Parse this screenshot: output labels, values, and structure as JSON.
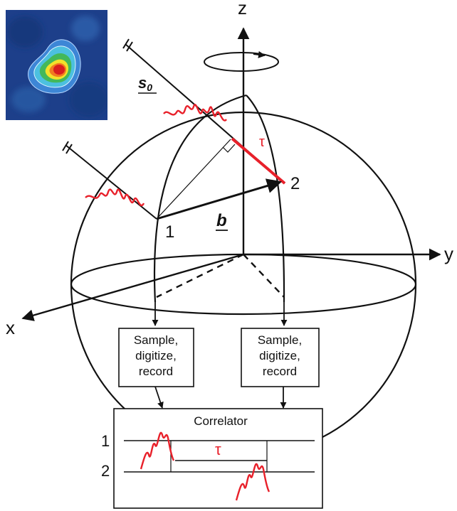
{
  "axes": {
    "z": "z",
    "y": "y",
    "x": "x"
  },
  "source_vector": {
    "label": "s",
    "subscript": "0"
  },
  "baseline": {
    "label": "b"
  },
  "delay": {
    "symbol": "τ"
  },
  "antennas": [
    {
      "label": "1"
    },
    {
      "label": "2"
    }
  ],
  "recorder_boxes": [
    {
      "lines": [
        "Sample,",
        "digitize,",
        "record"
      ]
    },
    {
      "lines": [
        "Sample,",
        "digitize,",
        "record"
      ]
    }
  ],
  "correlator": {
    "title": "Correlator",
    "rows": [
      {
        "label": "1"
      },
      {
        "label": "2"
      }
    ],
    "delay_symbol": "τ"
  },
  "colors": {
    "signal": "#e8202a",
    "delay_line": "#e8202a",
    "ink": "#111111",
    "inset_background": "#1d3f8a"
  },
  "inset": {
    "type": "radio source intensity map"
  }
}
